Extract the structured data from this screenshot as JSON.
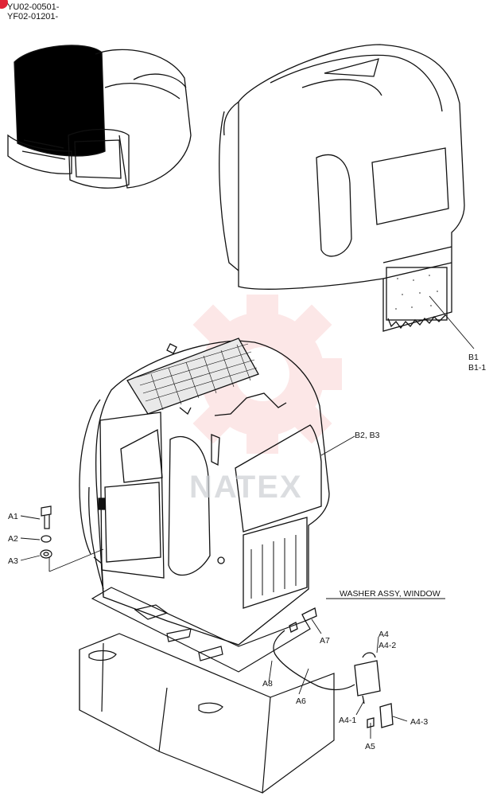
{
  "header": {
    "serials": [
      "YU02-00501-",
      "YF02-01201-"
    ]
  },
  "watermark": {
    "text": "NATEX",
    "color": "#f08080"
  },
  "callouts": {
    "b1": "B1",
    "b1_1": "B1-1",
    "b2_b3": "B2, B3",
    "a1": "A1",
    "a2": "A2",
    "a3": "A3",
    "a4": "A4",
    "a4_1": "A4-1",
    "a4_2": "A4-2",
    "a4_3": "A4-3",
    "a5": "A5",
    "a6": "A6",
    "a7": "A7",
    "a8": "A8",
    "washer_assy": "WASHER ASSY, WINDOW"
  },
  "colors": {
    "line": "#111111",
    "logo_red": "#e02438"
  }
}
